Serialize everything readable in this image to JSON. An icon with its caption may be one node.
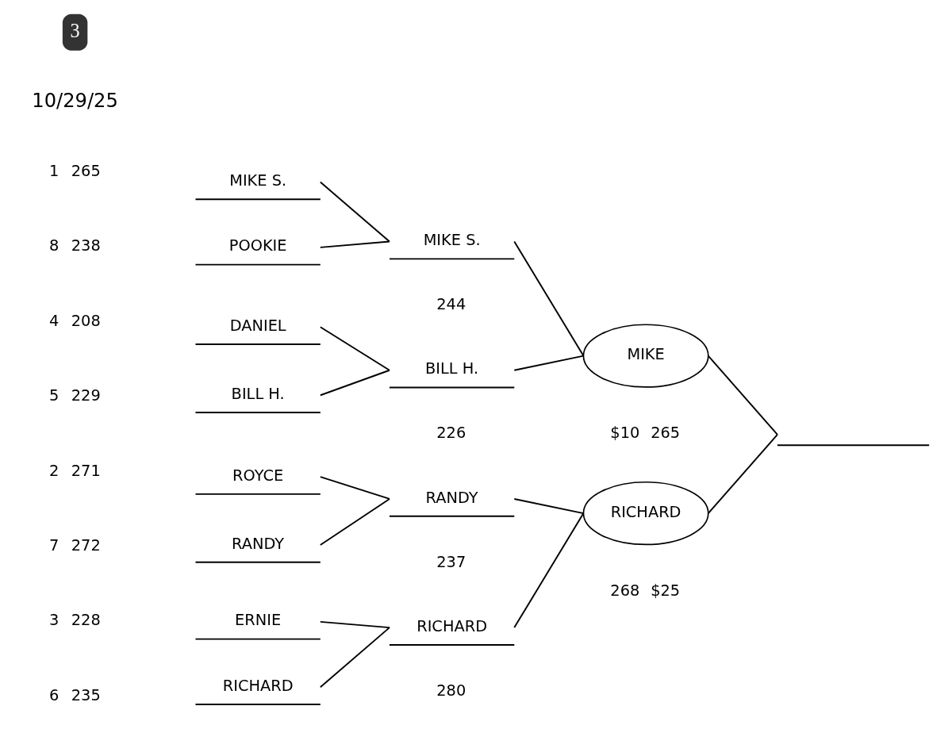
{
  "diagram": {
    "nodes": [
      {
        "text": [
          "MIKE S."
        ],
        "beside": [
          "1",
          "265"
        ]
      },
      {
        "text": [
          "POOKIE"
        ],
        "beside": [
          "8",
          "238"
        ]
      },
      {
        "text": [
          "DANIEL"
        ],
        "beside": [
          "4",
          "208"
        ]
      },
      {
        "text": [
          "BILL H."
        ],
        "beside": [
          "5",
          "229"
        ]
      },
      {
        "text": [
          "ROYCE"
        ],
        "beside": [
          "2",
          "271"
        ]
      },
      {
        "text": [
          "RANDY"
        ],
        "beside": [
          "7",
          "272"
        ]
      },
      {
        "text": [
          "ERNIE"
        ],
        "beside": [
          "3",
          "228"
        ]
      },
      {
        "text": [
          "RICHARD"
        ],
        "beside": [
          "6",
          "235"
        ]
      },
      {
        "text": [
          "MIKE S."
        ],
        "beside": [
          "244"
        ]
      },
      {
        "text": [
          "BILL H."
        ],
        "beside": [
          "226"
        ]
      },
      {
        "text": [
          "RANDY"
        ],
        "beside": [
          "237"
        ]
      },
      {
        "text": [
          "RICHARD"
        ],
        "beside": [
          "280"
        ]
      },
      {
        "text": [
          "MIKE"
        ],
        "beside": [
          "$10",
          "265"
        ]
      },
      {
        "text": [
          "RICHARD"
        ],
        "beside": [
          "268",
          "$25"
        ]
      },
      {
        "text": [],
        "shape": "bar"
      }
    ],
    "edges": [
      {
        "from": 0,
        "to": 8,
        "arrow": "none"
      },
      {
        "from": 1,
        "to": 8,
        "arrow": "none"
      },
      {
        "from": 2,
        "to": 9,
        "arrow": "none"
      },
      {
        "from": 3,
        "to": 9,
        "arrow": "none"
      },
      {
        "from": 4,
        "to": 10,
        "arrow": "none"
      },
      {
        "from": 5,
        "to": 10,
        "arrow": "none"
      },
      {
        "from": 6,
        "to": 11,
        "arrow": "none"
      },
      {
        "from": 7,
        "to": 11,
        "arrow": "none"
      },
      {
        "from": 8,
        "to": 12,
        "arrow": "none"
      },
      {
        "from": 9,
        "to": 12,
        "arrow": "none"
      },
      {
        "from": 10,
        "to": 13,
        "arrow": "none"
      },
      {
        "from": 11,
        "to": 13,
        "arrow": "none"
      },
      {
        "from": 12,
        "to": 14,
        "arrow": "none"
      },
      {
        "from": 13,
        "to": 14,
        "arrow": "none"
      }
    ],
    "labels": [
      "10/29/25",
      "3"
    ]
  }
}
